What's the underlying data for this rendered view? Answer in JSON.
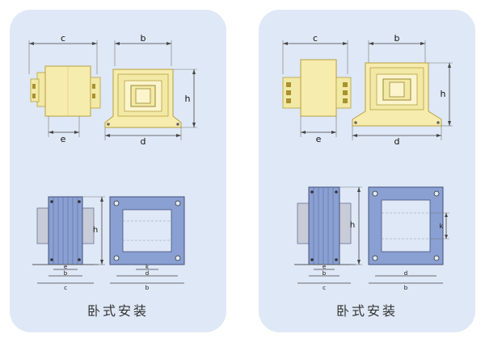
{
  "panels": [
    {
      "caption": "卧式安装",
      "top_labels": {
        "c": "c",
        "b": "b",
        "h": "h",
        "e": "e",
        "d": "d"
      },
      "bottom_labels": {
        "h": "h",
        "e": "e",
        "b_side": "b",
        "c": "c",
        "k": "k",
        "d": "d",
        "b_front": "b"
      }
    },
    {
      "caption": "卧式安装",
      "top_labels": {
        "c": "c",
        "b": "b",
        "h": "h",
        "e": "e",
        "d": "d"
      },
      "bottom_labels": {
        "h": "h",
        "e": "e",
        "b_side": "b",
        "c": "c",
        "k": "k",
        "d": "d",
        "b_front": "b"
      }
    }
  ],
  "colors": {
    "panel_bg": "#dfe8f6",
    "yellow_core": "#f3e9a6",
    "yellow_edge": "#b6a13f",
    "blue_core": "#7f94c9",
    "grey_core": "#c8ccd8"
  }
}
